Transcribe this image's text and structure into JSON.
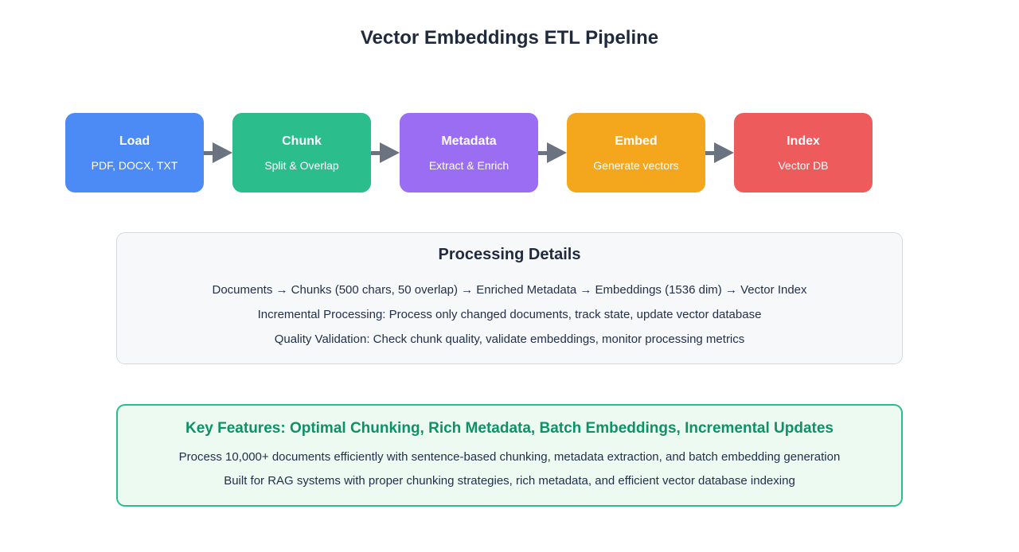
{
  "title": "Vector Embeddings ETL Pipeline",
  "pipeline": {
    "arrow_color": "#6b7280",
    "stages": [
      {
        "title": "Load",
        "subtitle": "PDF, DOCX, TXT",
        "color": "#4c8bf5"
      },
      {
        "title": "Chunk",
        "subtitle": "Split & Overlap",
        "color": "#2bbd8b"
      },
      {
        "title": "Metadata",
        "subtitle": "Extract & Enrich",
        "color": "#9b6df2"
      },
      {
        "title": "Embed",
        "subtitle": "Generate vectors",
        "color": "#f4a71d"
      },
      {
        "title": "Index",
        "subtitle": "Vector DB",
        "color": "#ee5b5c"
      }
    ]
  },
  "details": {
    "title": "Processing Details",
    "lines": [
      "Documents → Chunks (500 chars, 50 overlap) → Enriched Metadata → Embeddings (1536 dim) → Vector Index",
      "Incremental Processing: Process only changed documents, track state, update vector database",
      "Quality Validation: Check chunk quality, validate embeddings, monitor processing metrics"
    ]
  },
  "features": {
    "title": "Key Features: Optimal Chunking, Rich Metadata, Batch Embeddings, Incremental Updates",
    "lines": [
      "Process 10,000+ documents efficiently with sentence-based chunking, metadata extraction, and batch embedding generation",
      "Built for RAG systems with proper chunking strategies, rich metadata, and efficient vector database indexing"
    ]
  },
  "colors": {
    "heading": "#1f2a3d",
    "body_text": "#22304a",
    "details_bg": "#f7f8fa",
    "details_border": "#d6dade",
    "features_bg": "#edfaf2",
    "features_border": "#2bbd8b",
    "features_title": "#0d9268"
  }
}
